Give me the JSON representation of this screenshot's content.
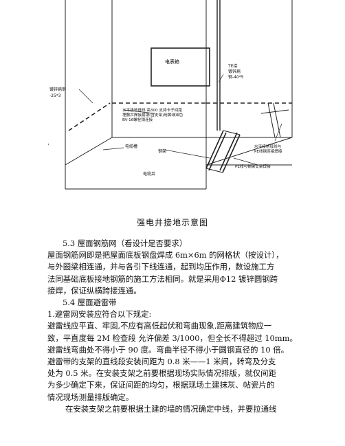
{
  "diagram": {
    "labels": {
      "meter_box": "电表箱",
      "grounding_flat_steel_top": "TE接",
      "grounding_flat_steel_mid": "镀锌扁",
      "grounding_flat_steel_spec": "钢-40*5",
      "galv_flat_steel_left_1": "镀锌扁钢",
      "galv_flat_steel_left_2": "-25*3",
      "note_line_1": "水平接地母线 高300  支持卡子间距",
      "note_line_2": "埋敷并焊接扁钢(含支架)用黄绿双色",
      "note_line_3": "BV-16螺栓钢连接",
      "trunking": "电缆槽",
      "steel_support": "钢架",
      "shaft": "电缆井",
      "right_note_1": "水平接地母线与",
      "right_note_2": "PE线钢连接焊接",
      "bottom_note": "PE线与钢架支架焊接"
    }
  },
  "caption": "强电井接地示意图",
  "paragraphs": [
    "5.3   屋面钢筋网（看设计是否要求）",
    "屋面钢筋网即是把屋面底板钢盘焊成 6m×6m 的网格状（按设计），",
    "与外圈梁相连通，并与各引下线连通，起到均压作用，数设施工方",
    "法同基础底板接地钢筋的施工方法相同。就是采用Φ12 镀锌圆钢跨",
    "接焊，保证纵横跨接连通。",
    "5.4   屋面避雷带",
    "1.避雷网安装应符合以下规定:",
    "避雷线应平直、牢固,不应有高低起伏和弯曲现象,距离建筑物应一",
    "致，平直度每 2M 检查段  允许偏差 3/1000，但全长不得超过 10mm。",
    "避雷线弯曲处不得小于 90 度。弯曲半径不得小于圆钢直径的 10 倍。",
    "避雷带的支架的直线段安装间距为 0.8 米——1 米间，转弯及分支",
    "处为 0.5 米。在安装支架之前要根据现场实际情况排版，就仅间距",
    "为多少确定下来，保证间距的均匀，根据现场土建抹灰、帖瓷片的",
    "情况现场测量排版确定。",
    "在安装支架之前要根据土建的墙的情况确定中线，并要拉通线"
  ]
}
